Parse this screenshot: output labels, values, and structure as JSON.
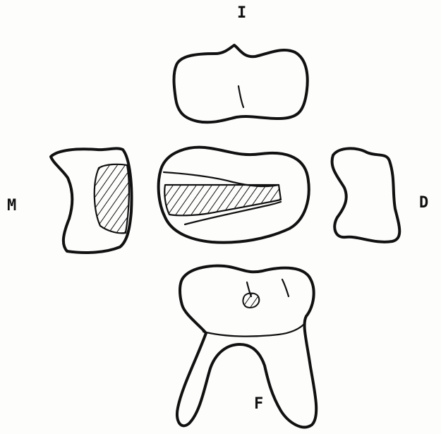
{
  "labels": {
    "top": "I",
    "left": "M",
    "right": "D",
    "bottom": "F"
  }
}
